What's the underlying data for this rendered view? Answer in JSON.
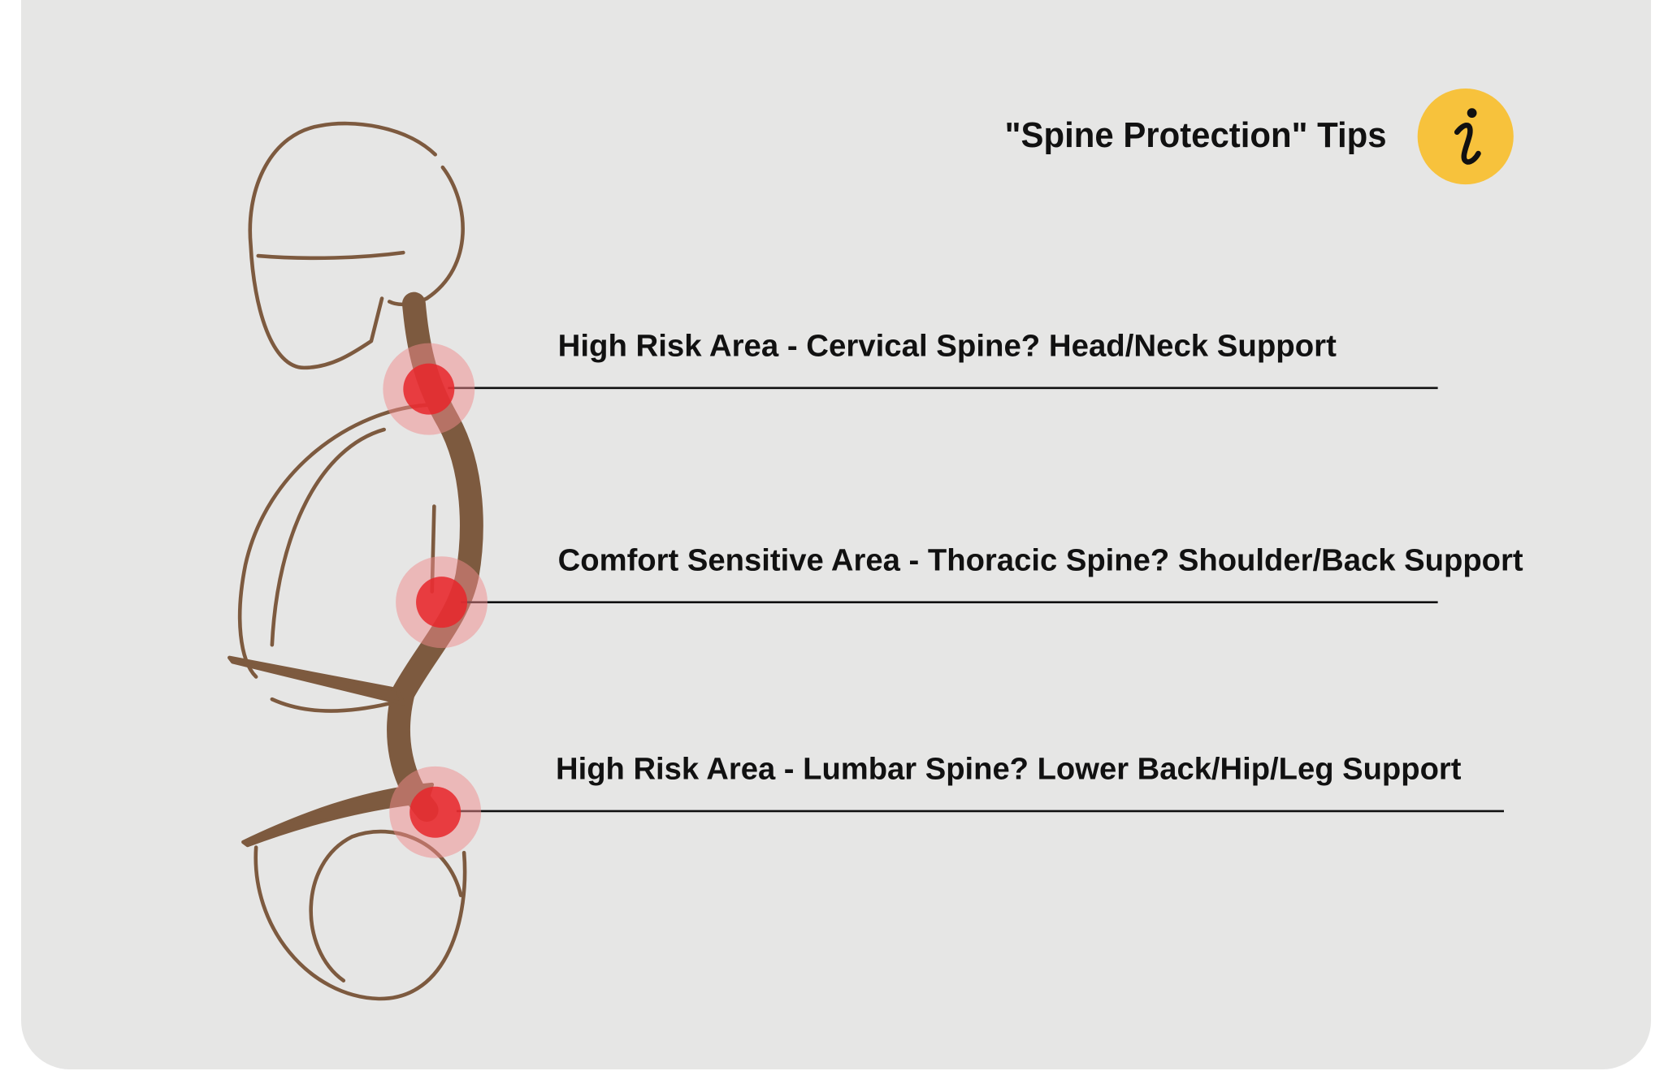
{
  "title": "\"Spine Protection\" Tips",
  "info_icon": "info-icon",
  "colors": {
    "background": "#e6e6e5",
    "figure": "#7d5a3f",
    "hotspot": "#e8262a",
    "info_badge": "#f7c23c",
    "text": "#111111"
  },
  "zones": [
    {
      "label": "High Risk Area - Cervical Spine? Head/Neck Support"
    },
    {
      "label": "Comfort Sensitive Area - Thoracic Spine? Shoulder/Back Support"
    },
    {
      "label": "High Risk Area - Lumbar Spine? Lower Back/Hip/Leg Support"
    }
  ]
}
